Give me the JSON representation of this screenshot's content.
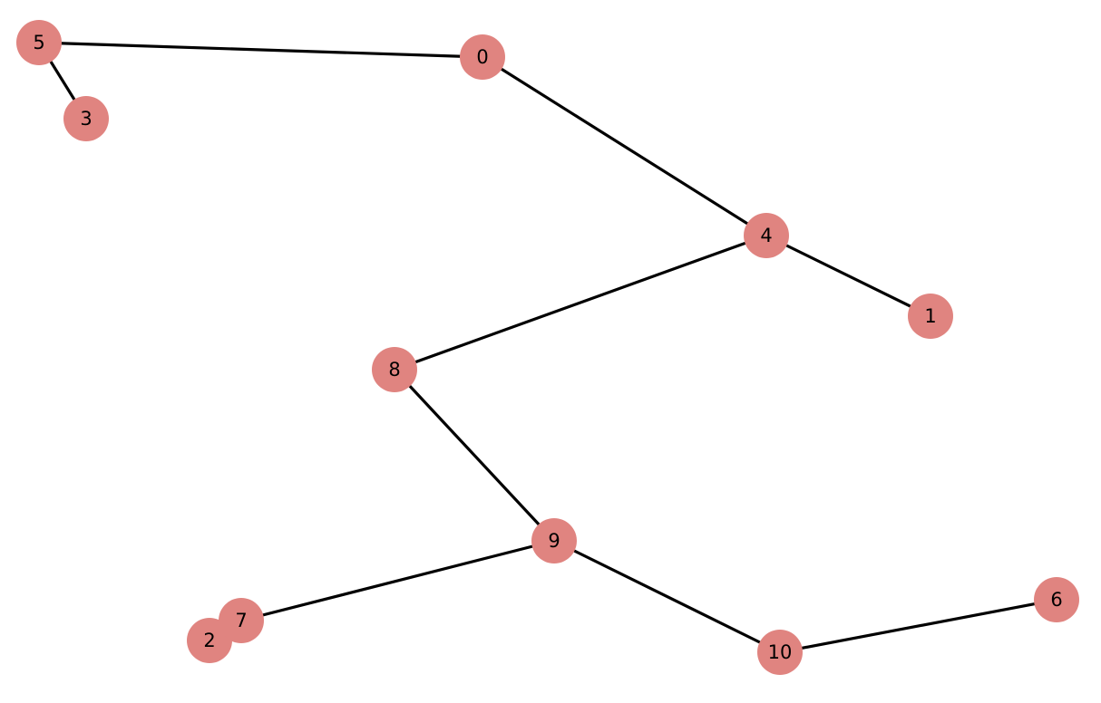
{
  "graph": {
    "node_color": "#e08480",
    "edge_color": "#000000",
    "label_color": "#000000",
    "nodes": [
      {
        "id": "5",
        "label": "5"
      },
      {
        "id": "0",
        "label": "0"
      },
      {
        "id": "3",
        "label": "3"
      },
      {
        "id": "4",
        "label": "4"
      },
      {
        "id": "1",
        "label": "1"
      },
      {
        "id": "8",
        "label": "8"
      },
      {
        "id": "9",
        "label": "9"
      },
      {
        "id": "7",
        "label": "7"
      },
      {
        "id": "2",
        "label": "2"
      },
      {
        "id": "10",
        "label": "10"
      },
      {
        "id": "6",
        "label": "6"
      }
    ],
    "edges": [
      {
        "source": "5",
        "target": "0"
      },
      {
        "source": "5",
        "target": "3"
      },
      {
        "source": "0",
        "target": "4"
      },
      {
        "source": "4",
        "target": "1"
      },
      {
        "source": "4",
        "target": "8"
      },
      {
        "source": "8",
        "target": "9"
      },
      {
        "source": "9",
        "target": "7"
      },
      {
        "source": "9",
        "target": "10"
      },
      {
        "source": "10",
        "target": "6"
      }
    ]
  }
}
